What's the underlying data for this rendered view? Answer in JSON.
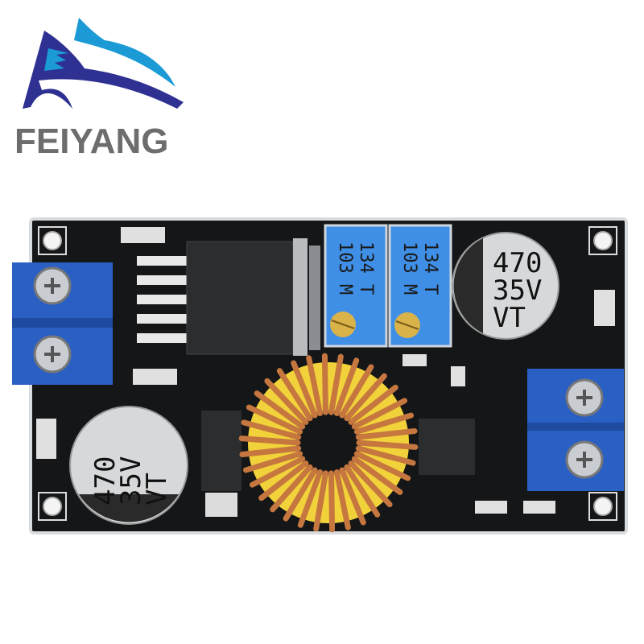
{
  "logo": {
    "brand": "FEIYANG",
    "colors": {
      "dark_blue": "#2e3192",
      "light_blue": "#1b9ad6",
      "text_gray": "#6d6d6d"
    }
  },
  "board": {
    "pcb_color": "#141618",
    "capacitors": [
      {
        "lines": [
          "470",
          "35V",
          "VT"
        ]
      },
      {
        "lines": [
          "470",
          "35V",
          "VT"
        ]
      }
    ],
    "potentiometers": [
      {
        "lines": [
          "134 T",
          "103 M"
        ]
      },
      {
        "lines": [
          "134 T",
          "103 M"
        ]
      }
    ],
    "terminal_color": "#2a5fc4",
    "pot_color": "#3f8fe6",
    "inductor_core_color": "#f2d23a",
    "copper_color": "#c5773f"
  }
}
